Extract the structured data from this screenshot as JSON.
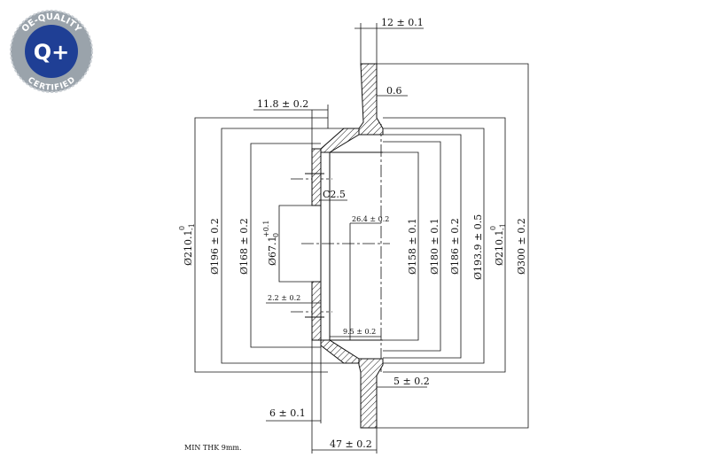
{
  "badge": {
    "top_text": "OE-QUALITY",
    "bottom_text": "CERTIFIED",
    "center_text": "Q+",
    "colors": {
      "ring": "#9aa3ab",
      "inner": "#1f3f95",
      "text": "#ffffff"
    }
  },
  "dimensions": {
    "thickness": "12 ± 0.1",
    "runout": "0.6",
    "hat_offset": "11.8 ± 0.2",
    "chamfer": "C2.5",
    "groove_depth": "26.4 ± 0.2",
    "flange_thk": "2.2 ± 0.2",
    "hub_depth": "9.5 ± 0.2",
    "step_5": "5 ± 0.2",
    "offset_6": "6 ± 0.1",
    "height_47": "47 ± 0.2",
    "d210_left": "Ø210.1",
    "d210_left_tol": "0",
    "d210_left_tol_low": "-1",
    "d196": "Ø196 ± 0.2",
    "d168": "Ø168 ± 0.2",
    "d67": "Ø67.1",
    "d67_tol_up": "+0.1",
    "d67_tol_low": "0",
    "d158": "Ø158 ± 0.1",
    "d180": "Ø180 ± 0.1",
    "d186": "Ø186 ± 0.2",
    "d193": "Ø193.9 ± 0.5",
    "d210_right": "Ø210.1",
    "d210_right_tol": "0",
    "d210_right_tol_low": "-1",
    "d300": "Ø300 ± 0.2"
  },
  "note": "MIN THK 9mm."
}
